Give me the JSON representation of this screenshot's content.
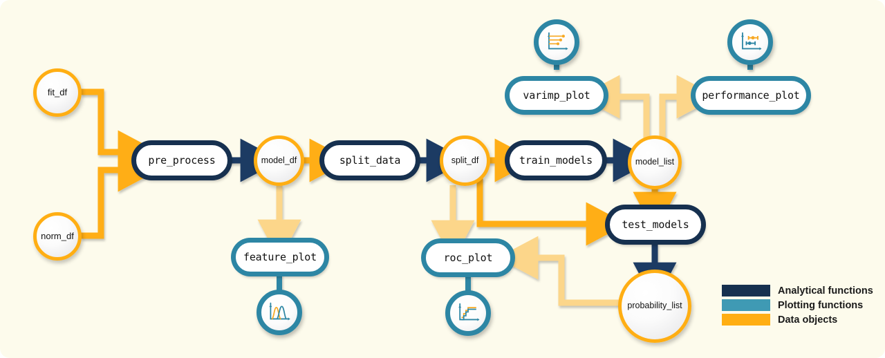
{
  "diagram": {
    "background": "#FDFBEC",
    "colors": {
      "analytical": "#16304f",
      "plotting": "#2d86a4",
      "data": "#FFAE13",
      "data_light": "#FCD display",
      "arrow_data": "#FFAE13",
      "arrow_data_faded": "#FCD68A",
      "arrow_analytical": "#1d3a63"
    },
    "nodes": {
      "fit_df": {
        "label": "fit_df",
        "type": "data"
      },
      "norm_df": {
        "label": "norm_df",
        "type": "data"
      },
      "pre_process": {
        "label": "pre_process",
        "type": "analytical"
      },
      "model_df": {
        "label": "model_df",
        "type": "data"
      },
      "split_data": {
        "label": "split_data",
        "type": "analytical"
      },
      "split_df": {
        "label": "split_df",
        "type": "data"
      },
      "train_models": {
        "label": "train_models",
        "type": "analytical"
      },
      "model_list": {
        "label": "model_list",
        "type": "data"
      },
      "test_models": {
        "label": "test_models",
        "type": "analytical"
      },
      "probability_list": {
        "label": "probability_list",
        "type": "data"
      },
      "feature_plot": {
        "label": "feature_plot",
        "type": "plotting",
        "icon": "density-curves-icon"
      },
      "roc_plot": {
        "label": "roc_plot",
        "type": "plotting",
        "icon": "roc-step-curve-icon"
      },
      "varimp_plot": {
        "label": "varimp_plot",
        "type": "plotting",
        "icon": "lollipop-chart-icon"
      },
      "performance_plot": {
        "label": "performance_plot",
        "type": "plotting",
        "icon": "error-bars-icon"
      }
    },
    "legend": {
      "items": [
        {
          "label": "Analytical functions",
          "color": "#16304f"
        },
        {
          "label": "Plotting functions",
          "color": "#3f9ab4"
        },
        {
          "label": "Data objects",
          "color": "#FFAE13"
        }
      ]
    },
    "edges": [
      {
        "from": "fit_df",
        "to": "pre_process",
        "style": "data"
      },
      {
        "from": "norm_df",
        "to": "pre_process",
        "style": "data"
      },
      {
        "from": "pre_process",
        "to": "model_df",
        "style": "analytical"
      },
      {
        "from": "model_df",
        "to": "split_data",
        "style": "data"
      },
      {
        "from": "model_df",
        "to": "feature_plot",
        "style": "data-faded"
      },
      {
        "from": "split_data",
        "to": "split_df",
        "style": "analytical"
      },
      {
        "from": "split_df",
        "to": "train_models",
        "style": "data"
      },
      {
        "from": "split_df",
        "to": "roc_plot",
        "style": "data-faded"
      },
      {
        "from": "split_df",
        "to": "test_models",
        "style": "data"
      },
      {
        "from": "train_models",
        "to": "model_list",
        "style": "analytical"
      },
      {
        "from": "model_list",
        "to": "varimp_plot",
        "style": "data-faded"
      },
      {
        "from": "model_list",
        "to": "performance_plot",
        "style": "data-faded"
      },
      {
        "from": "model_list",
        "to": "test_models",
        "style": "data"
      },
      {
        "from": "test_models",
        "to": "probability_list",
        "style": "analytical"
      },
      {
        "from": "probability_list",
        "to": "roc_plot",
        "style": "data-faded"
      }
    ]
  }
}
